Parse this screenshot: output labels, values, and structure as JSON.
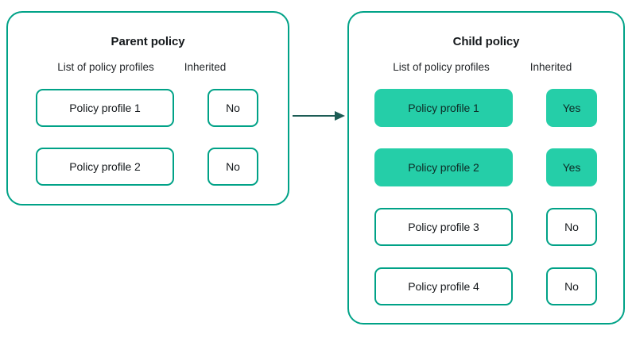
{
  "diagram": {
    "title_hidden": "",
    "colors": {
      "panel_border": "#00a287",
      "box_border": "#00a287",
      "filled_box": "#25cea8",
      "arrow": "#1d5c55",
      "text": "#15191c",
      "background": "#ffffff"
    },
    "arrow": {
      "name": "inheritance-arrow",
      "direction": "right",
      "from": "Parent policy",
      "to": "Child policy"
    },
    "panels": [
      {
        "id": "parent",
        "title": "Parent policy",
        "headers": {
          "list": "List of policy profiles",
          "inherited": "Inherited"
        },
        "rows": [
          {
            "profile": "Policy profile 1",
            "inherited": "No",
            "highlighted": false
          },
          {
            "profile": "Policy profile 2",
            "inherited": "No",
            "highlighted": false
          }
        ]
      },
      {
        "id": "child",
        "title": "Child policy",
        "headers": {
          "list": "List of policy profiles",
          "inherited": "Inherited"
        },
        "rows": [
          {
            "profile": "Policy profile 1",
            "inherited": "Yes",
            "highlighted": true
          },
          {
            "profile": "Policy profile 2",
            "inherited": "Yes",
            "highlighted": true
          },
          {
            "profile": "Policy profile 3",
            "inherited": "No",
            "highlighted": false
          },
          {
            "profile": "Policy profile 4",
            "inherited": "No",
            "highlighted": false
          }
        ]
      }
    ]
  }
}
